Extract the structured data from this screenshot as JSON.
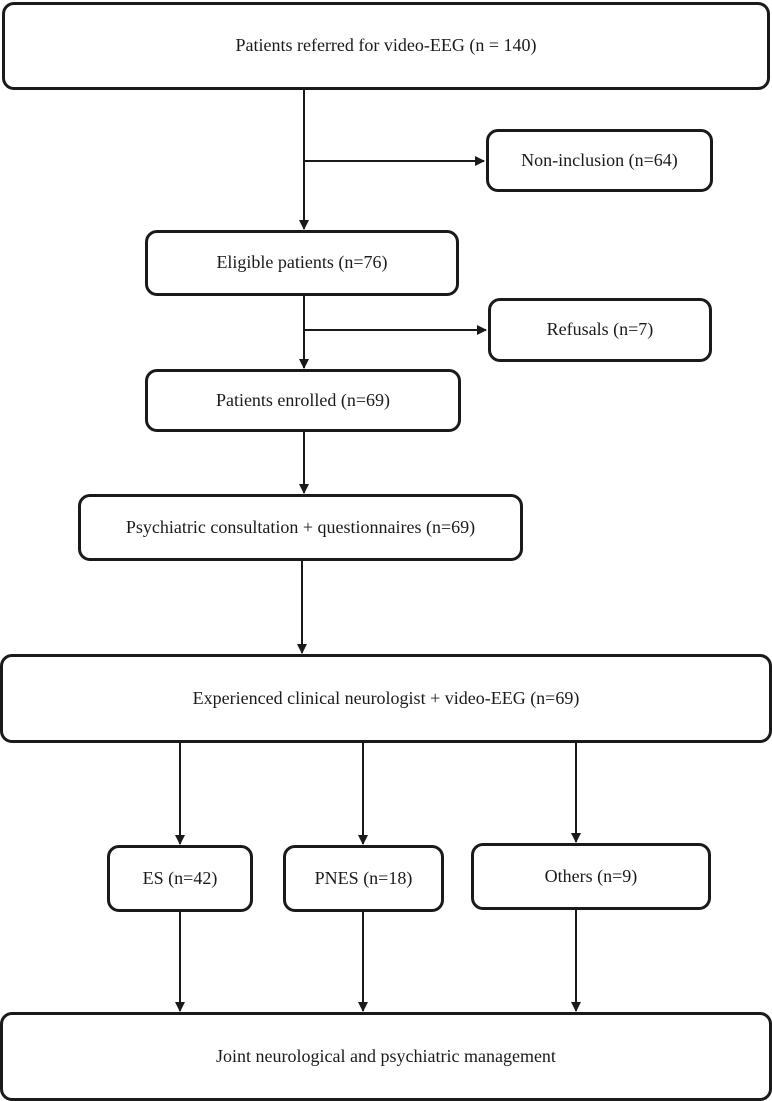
{
  "diagram": {
    "nodes": {
      "referred": "Patients referred for video-EEG (n = 140)",
      "non_inclusion": "Non-inclusion (n=64)",
      "eligible": "Eligible patients (n=76)",
      "refusals": "Refusals (n=7)",
      "enrolled": "Patients enrolled (n=69)",
      "psychiatric": "Psychiatric consultation + questionnaires (n=69)",
      "neurologist": "Experienced clinical neurologist + video-EEG (n=69)",
      "es": "ES (n=42)",
      "pnes": "PNES (n=18)",
      "others": "Others (n=9)",
      "joint": "Joint neurological and psychiatric management"
    }
  }
}
